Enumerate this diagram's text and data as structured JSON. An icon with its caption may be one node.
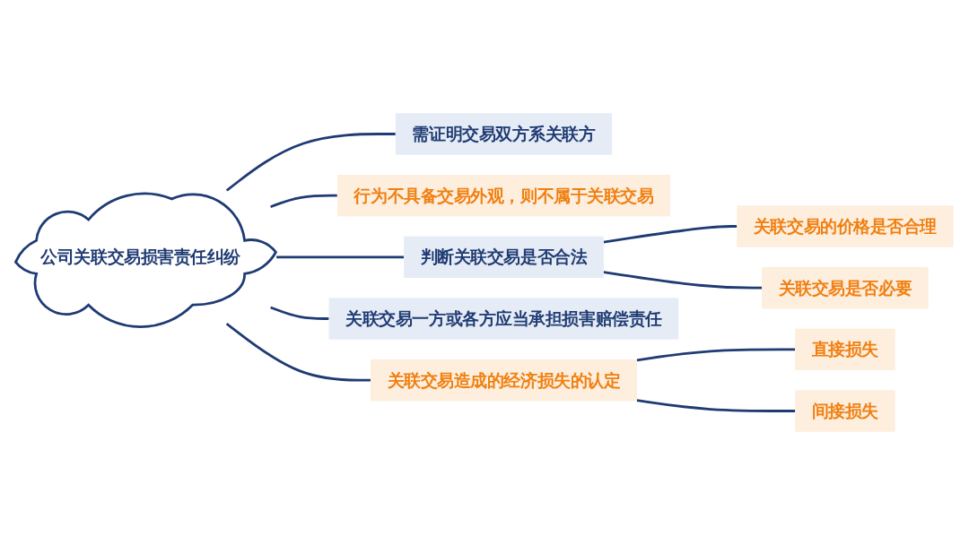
{
  "diagram": {
    "nodes": [
      {
        "text": [
          "公司关联交易损害责任纠纷"
        ]
      },
      {
        "text": [
          "需证明交易双方系关联方"
        ]
      },
      {
        "text": [
          "行为不具备交易外观，则不属于关联交易"
        ]
      },
      {
        "text": [
          "判断关联交易是否合法"
        ]
      },
      {
        "text": [
          "关联交易的价格是否合理"
        ]
      },
      {
        "text": [
          "关联交易是否必要"
        ]
      },
      {
        "text": [
          "关联交易一方或各方应当承担损害赔偿责任"
        ]
      },
      {
        "text": [
          "关联交易造成的经济损失的认定"
        ]
      },
      {
        "text": [
          "直接损失"
        ]
      },
      {
        "text": [
          "间接损失"
        ]
      }
    ],
    "edges": [
      {
        "from": 0,
        "to": 1,
        "arrow": "none"
      },
      {
        "from": 0,
        "to": 2,
        "arrow": "none"
      },
      {
        "from": 0,
        "to": 3,
        "arrow": "none"
      },
      {
        "from": 3,
        "to": 4,
        "arrow": "none"
      },
      {
        "from": 3,
        "to": 5,
        "arrow": "none"
      },
      {
        "from": 0,
        "to": 6,
        "arrow": "none"
      },
      {
        "from": 0,
        "to": 7,
        "arrow": "none"
      },
      {
        "from": 7,
        "to": 8,
        "arrow": "none"
      },
      {
        "from": 7,
        "to": 9,
        "arrow": "none"
      }
    ]
  }
}
